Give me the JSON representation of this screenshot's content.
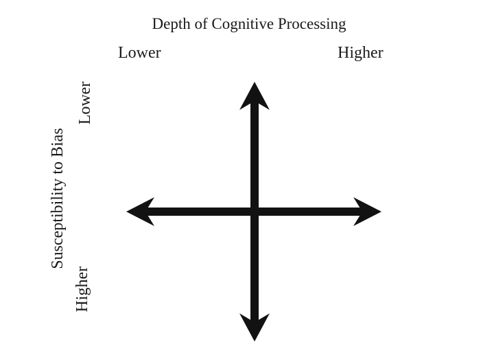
{
  "x_axis": {
    "title": "Depth of Cognitive Processing",
    "left_label": "Lower",
    "right_label": "Higher"
  },
  "y_axis": {
    "title": "Susceptibility to Bias",
    "top_label": "Lower",
    "bottom_label": "Higher"
  },
  "colors": {
    "arrow": "#121212",
    "text": "#1a1a1a",
    "background": "#ffffff"
  }
}
